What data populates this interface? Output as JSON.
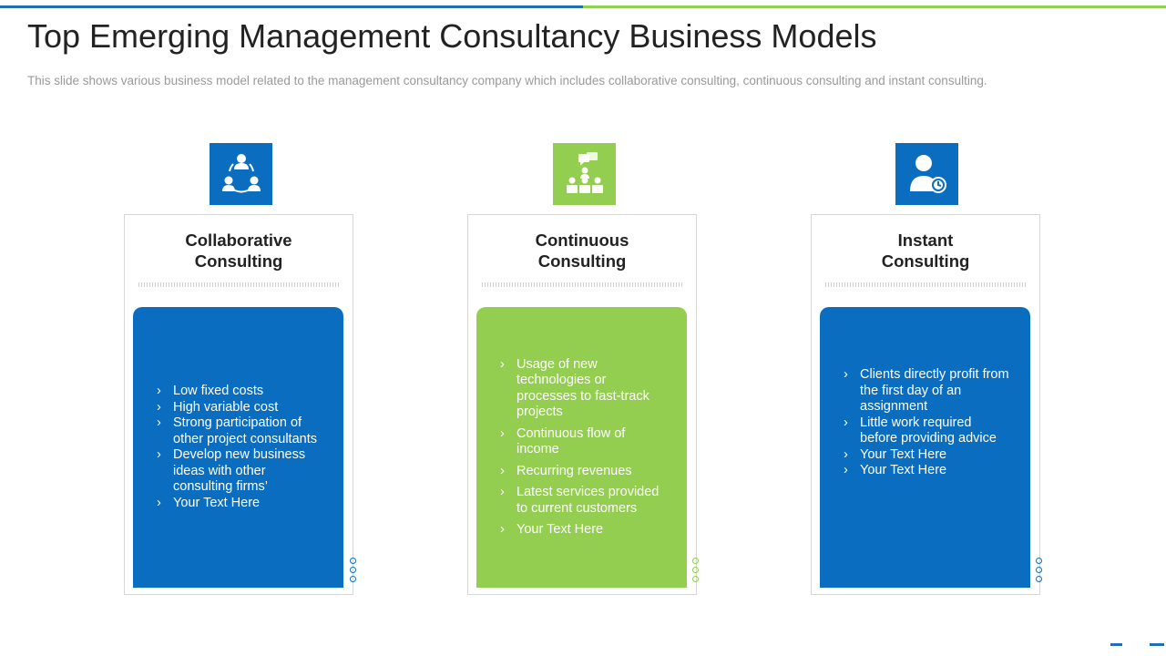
{
  "slide": {
    "title": "Top Emerging Management Consultancy Business Models",
    "subtitle": "This slide shows various business model related to the management consultancy company which includes collaborative consulting, continuous consulting and instant consulting."
  },
  "colors": {
    "blue": "#0a6dbf",
    "green": "#93ce50",
    "top_bar_blue": "#1e6fb5",
    "top_bar_green": "#92cf55"
  },
  "cards": [
    {
      "title": "Collaborative\nConsulting",
      "icon": "team-circle-icon",
      "color": "blue",
      "items": [
        "Low fixed costs",
        "High variable cost",
        "Strong participation of other project consultants",
        "Develop new business ideas with other consulting firms’",
        "Your Text Here"
      ]
    },
    {
      "title": "Continuous\nConsulting",
      "icon": "meeting-chat-icon",
      "color": "green",
      "items": [
        "Usage of new technologies or processes to fast-track projects",
        "Continuous flow of income",
        "Recurring revenues",
        "Latest services provided to current customers",
        "Your Text Here"
      ]
    },
    {
      "title": "Instant\nConsulting",
      "icon": "user-clock-icon",
      "color": "blue",
      "items": [
        "Clients directly profit from the first day of an assignment",
        "Little work required before providing advice",
        "Your Text Here",
        "Your Text Here"
      ]
    }
  ]
}
